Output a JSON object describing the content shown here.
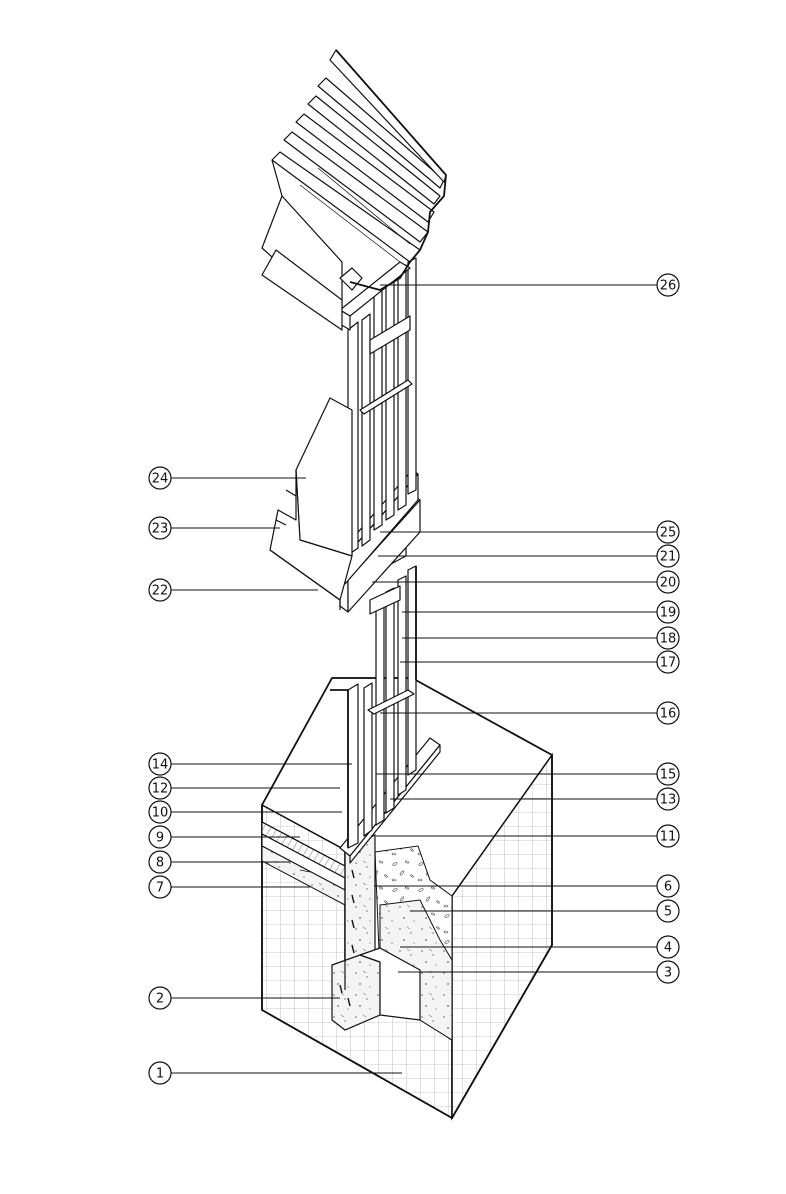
{
  "callouts": [
    {
      "id": "c26",
      "label": "26"
    },
    {
      "id": "c25",
      "label": "25"
    },
    {
      "id": "c24",
      "label": "24"
    },
    {
      "id": "c23",
      "label": "23"
    },
    {
      "id": "c22",
      "label": "22"
    },
    {
      "id": "c21",
      "label": "21"
    },
    {
      "id": "c20",
      "label": "20"
    },
    {
      "id": "c19",
      "label": "19"
    },
    {
      "id": "c18",
      "label": "18"
    },
    {
      "id": "c17",
      "label": "17"
    },
    {
      "id": "c16",
      "label": "16"
    },
    {
      "id": "c15",
      "label": "15"
    },
    {
      "id": "c14",
      "label": "14"
    },
    {
      "id": "c13",
      "label": "13"
    },
    {
      "id": "c12",
      "label": "12"
    },
    {
      "id": "c11",
      "label": "11"
    },
    {
      "id": "c10",
      "label": "10"
    },
    {
      "id": "c9",
      "label": "9"
    },
    {
      "id": "c8",
      "label": "8"
    },
    {
      "id": "c7",
      "label": "7"
    },
    {
      "id": "c6",
      "label": "6"
    },
    {
      "id": "c5",
      "label": "5"
    },
    {
      "id": "c4",
      "label": "4"
    },
    {
      "id": "c3",
      "label": "3"
    },
    {
      "id": "c2",
      "label": "2"
    },
    {
      "id": "c1",
      "label": "1"
    }
  ]
}
